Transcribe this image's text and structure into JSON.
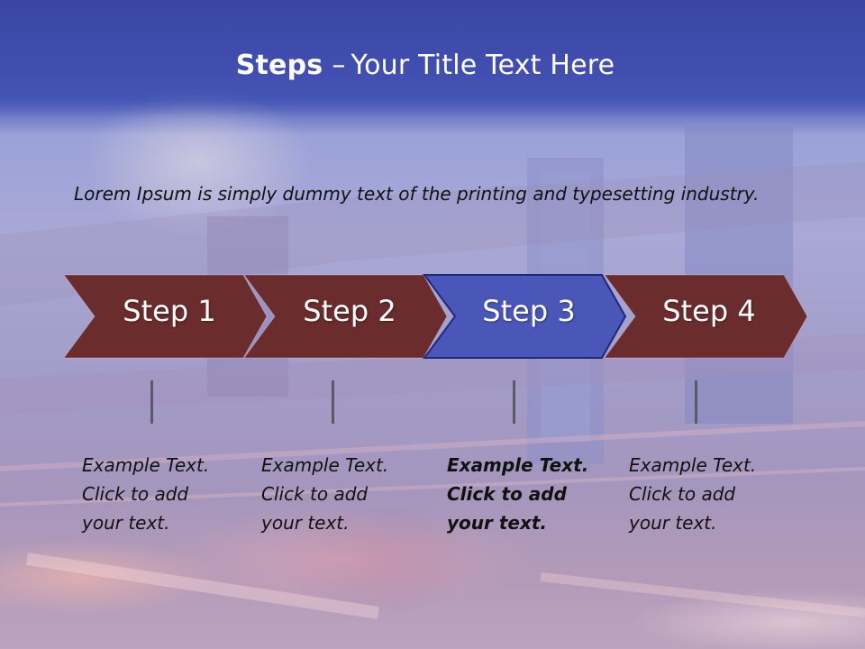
{
  "title": {
    "bold": "Steps",
    "sep": "–",
    "rest": "Your Title Text Here"
  },
  "lead": "Lorem Ipsum is simply dummy text of the printing and typesetting industry.",
  "colors": {
    "arrow": "#6b2c2e",
    "arrow_active": "#4a56b8",
    "title_bar": "#3b46a3"
  },
  "steps": [
    {
      "label": "Step 1",
      "active": false,
      "desc": [
        "Example Text.",
        "Click  to add",
        "your text."
      ]
    },
    {
      "label": "Step 2",
      "active": false,
      "desc": [
        "Example Text.",
        "Click  to add",
        "your text."
      ]
    },
    {
      "label": "Step 3",
      "active": true,
      "desc": [
        "Example Text.",
        "Click  to add",
        "your text."
      ]
    },
    {
      "label": "Step 4",
      "active": false,
      "desc": [
        "Example Text.",
        "Click  to add",
        "your text."
      ]
    }
  ]
}
